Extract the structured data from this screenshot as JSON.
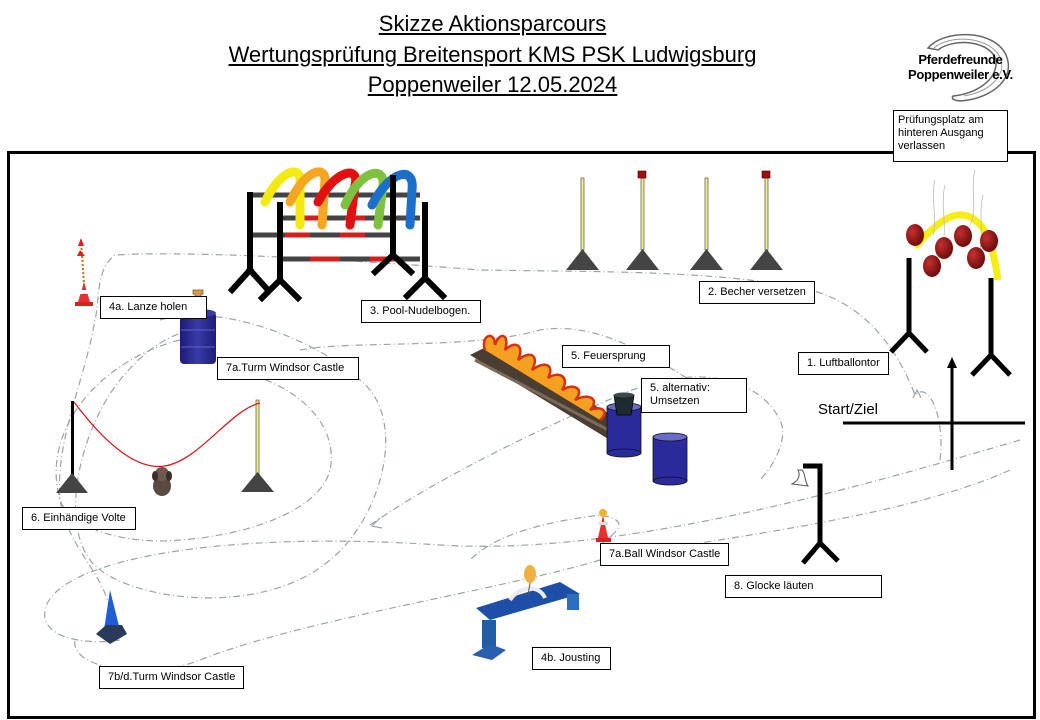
{
  "header": {
    "title_line1": "Skizze Aktionsparcours",
    "title_line2": "Wertungsprüfung Breitensport KMS  PSK Ludwigsburg",
    "title_line3": "Poppenweiler 12.05.2024"
  },
  "logo": {
    "line1": "Pferdefreunde",
    "line2": "Poppenweiler e.V.",
    "icon": "horseshoe-icon"
  },
  "exit_note": "Prüfungsplatz am hinteren Ausgang verlassen",
  "start_finish": "Start/Ziel",
  "stations": [
    {
      "id": "1",
      "label": "1. Luftballontor",
      "icon": "balloon-gate-icon"
    },
    {
      "id": "2",
      "label": "2. Becher versetzen",
      "icon": "cup-poles-icon"
    },
    {
      "id": "3",
      "label": "3. Pool-Nudelbogen.",
      "icon": "pool-noodle-arch-icon"
    },
    {
      "id": "4a",
      "label": "4a. Lanze holen",
      "icon": "lance-cone-icon"
    },
    {
      "id": "4b",
      "label": "4b. Jousting",
      "icon": "jousting-toy-icon"
    },
    {
      "id": "5",
      "label": "5. Feuersprung",
      "icon": "fire-jump-icon"
    },
    {
      "id": "5alt",
      "label": "5. alternativ: Umsetzen",
      "icon": "barrels-bucket-icon"
    },
    {
      "id": "6",
      "label": "6. Einhändige  Volte",
      "icon": "rope-dog-icon"
    },
    {
      "id": "7a-turm",
      "label": "7a.Turm Windsor Castle",
      "icon": "barrel-chess-tower-icon"
    },
    {
      "id": "7a-ball",
      "label": "7a.Ball Windsor Castle",
      "icon": "ball-cone-icon"
    },
    {
      "id": "7bd",
      "label": "7b/d.Turm Windsor Castle",
      "icon": "blue-cone-icon"
    },
    {
      "id": "8",
      "label": "8. Glocke läuten",
      "icon": "bell-post-icon"
    }
  ]
}
